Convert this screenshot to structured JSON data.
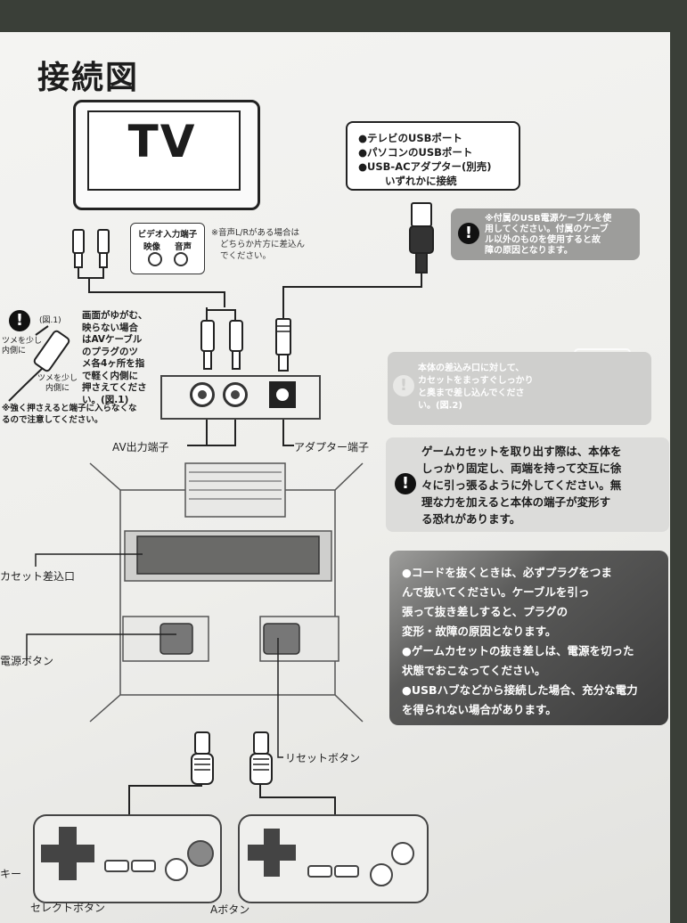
{
  "title": "接続図",
  "tv_label": "TV",
  "usb": {
    "items": [
      "●テレビのUSBポート",
      "●パソコンのUSBポート",
      "●USB-ACアダプター(別売)"
    ],
    "footer": "いずれかに接続"
  },
  "usb_warning": [
    "※付属のUSB電源ケーブルを使",
    "用してください。付属のケーブ",
    "ル以外のものを使用すると故",
    "障の原因となります。"
  ],
  "video_input": {
    "title": "ビデオ入力端子",
    "video": "映像",
    "audio": "音声"
  },
  "audio_note": [
    "※音声L/Rがある場合は",
    "どちらか片方に差込ん",
    "でください。"
  ],
  "plug_note": {
    "fig": "(図.1)",
    "tip1": "ツメを少し",
    "tip1b": "内側に",
    "tip2": "ツメを少し",
    "tip2b": "内側に",
    "text": [
      "画面がゆがむ、",
      "映らない場合",
      "はAVケーブル",
      "のプラグのツ",
      "メ各4ヶ所を指",
      "で軽く内側に",
      "押さえてくださ",
      "い。(図.1)"
    ],
    "caution": [
      "※強く押さえると端子に入らなくな",
      "るので注意してください。"
    ]
  },
  "av_out": "AV出力端子",
  "adapter": "アダプター端子",
  "faded_note": [
    "本体の差込み口に対して、",
    "カセットをまっすぐしっかり",
    "と奥まで差し込んでくださ",
    "い。(図.2)"
  ],
  "cartridge_warning": [
    "ゲームカセットを取り出す際は、本体を",
    "しっかり固定し、両端を持って交互に徐",
    "々に引っ張るように外してください。無",
    "理な力を加えると本体の端子が変形す",
    "る恐れがあります。"
  ],
  "dark_note": [
    "●コードを抜くときは、必ずプラグをつま",
    "んで抜いてください。ケーブルを引っ",
    "張って抜き差しすると、プラグの",
    "変形・故障の原因となります。",
    "●ゲームカセットの抜き差しは、電源を切った",
    "状態でおこなってください。",
    "●USBハブなどから接続した場合、充分な電力",
    "を得られない場合があります。"
  ],
  "labels": {
    "cassette": "カセット差込口",
    "power": "電源ボタン",
    "reset": "リセットボタン",
    "select": "セレクトボタン",
    "a_button": "Aボタン",
    "key": "キー"
  },
  "colors": {
    "paper": "#f0f0ee",
    "line": "#222222",
    "note_grey": "#9d9d9b",
    "dark_note": "#3c3c3c"
  }
}
